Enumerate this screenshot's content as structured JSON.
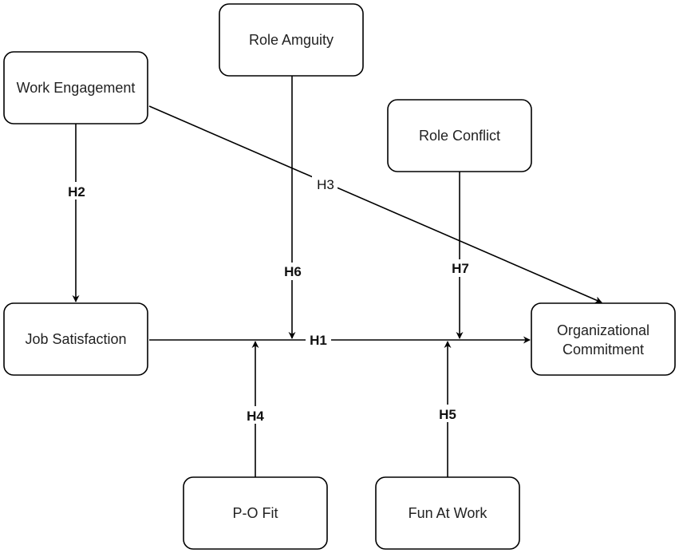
{
  "nodes": {
    "role_ambiguity": "Role Amguity",
    "work_engagement": "Work Engagement",
    "role_conflict": "Role Conflict",
    "job_satisfaction": "Job Satisfaction",
    "organizational_commitment_line1": "Organizational",
    "organizational_commitment_line2": "Commitment",
    "po_fit": "P-O Fit",
    "fun_at_work": "Fun At Work"
  },
  "edges": {
    "h1": "H1",
    "h2": "H2",
    "h3": "H3",
    "h4": "H4",
    "h5": "H5",
    "h6": "H6",
    "h7": "H7"
  }
}
